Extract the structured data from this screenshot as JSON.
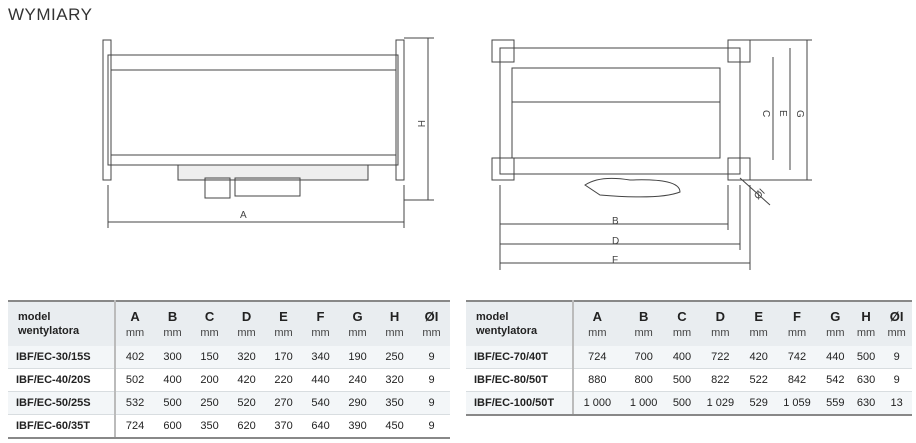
{
  "title": "WYMIARY",
  "drawing_labels": {
    "A": "A",
    "H": "H",
    "B": "B",
    "C": "C",
    "D": "D",
    "E": "E",
    "F": "F",
    "G": "G",
    "OI": "ØI"
  },
  "table_headers": {
    "model": [
      "model",
      "wentylatora"
    ],
    "cols": [
      "A",
      "B",
      "C",
      "D",
      "E",
      "F",
      "G",
      "H",
      "ØI"
    ],
    "unit": "mm"
  },
  "table1": [
    [
      "IBF/EC-30/15S",
      "402",
      "300",
      "150",
      "320",
      "170",
      "340",
      "190",
      "250",
      "9"
    ],
    [
      "IBF/EC-40/20S",
      "502",
      "400",
      "200",
      "420",
      "220",
      "440",
      "240",
      "320",
      "9"
    ],
    [
      "IBF/EC-50/25S",
      "532",
      "500",
      "250",
      "520",
      "270",
      "540",
      "290",
      "350",
      "9"
    ],
    [
      "IBF/EC-60/35T",
      "724",
      "600",
      "350",
      "620",
      "370",
      "640",
      "390",
      "450",
      "9"
    ]
  ],
  "table2": [
    [
      "IBF/EC-70/40T",
      "724",
      "700",
      "400",
      "722",
      "420",
      "742",
      "440",
      "500",
      "9"
    ],
    [
      "IBF/EC-80/50T",
      "880",
      "800",
      "500",
      "822",
      "522",
      "842",
      "542",
      "630",
      "9"
    ],
    [
      "IBF/EC-100/50T",
      "1 000",
      "1 000",
      "500",
      "1 029",
      "529",
      "1 059",
      "559",
      "630",
      "13"
    ]
  ]
}
